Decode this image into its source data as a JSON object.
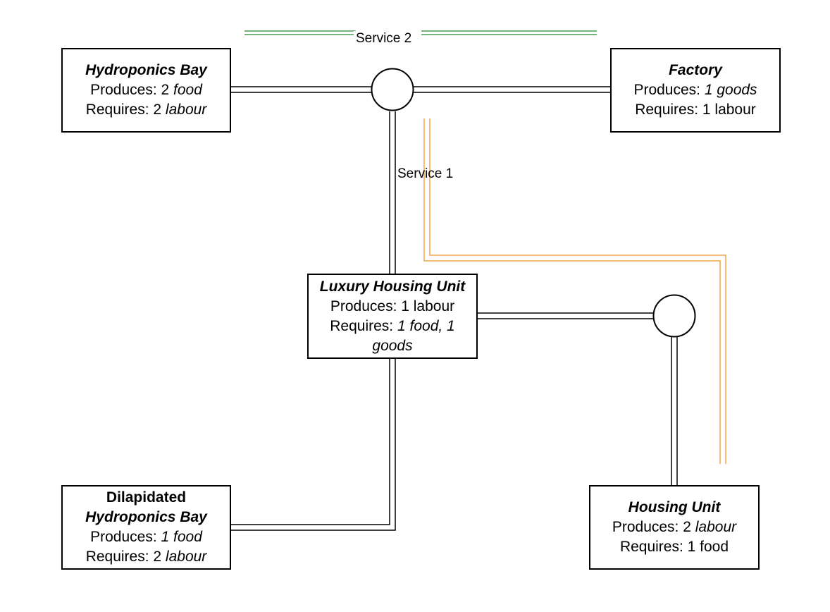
{
  "labels": {
    "service_1": "Service 1",
    "service_2": "Service 2"
  },
  "nodes": {
    "hydroponics_bay": {
      "title": "Hydroponics Bay",
      "produces_prefix": "Produces: 2 ",
      "produces_value": "food",
      "requires_prefix": "Requires: 2 ",
      "requires_value": "labour"
    },
    "factory": {
      "title": "Factory",
      "produces_prefix": "Produces: ",
      "produces_value": "1 goods",
      "requires_text": "Requires: 1 labour"
    },
    "luxury_housing_unit": {
      "title": "Luxury Housing Unit",
      "produces_text": "Produces: 1 labour",
      "requires_prefix": "Requires: ",
      "requires_value_line1": "1 food, 1",
      "requires_value_line2": "goods"
    },
    "dilapidated_hydroponics_bay": {
      "title_line1": "Dilapidated",
      "title_line2": "Hydroponics Bay",
      "produces_prefix": "Produces: ",
      "produces_value": "1 food",
      "requires_prefix": "Requires: 2 ",
      "requires_value": "labour"
    },
    "housing_unit": {
      "title": "Housing Unit",
      "produces_prefix": "Produces: 2 ",
      "produces_value": "labour",
      "requires_text": "Requires: 1 food"
    }
  },
  "colors": {
    "service_2_line": "#4a9e4f",
    "orange_line": "#f0a64a",
    "road": "#000000"
  }
}
